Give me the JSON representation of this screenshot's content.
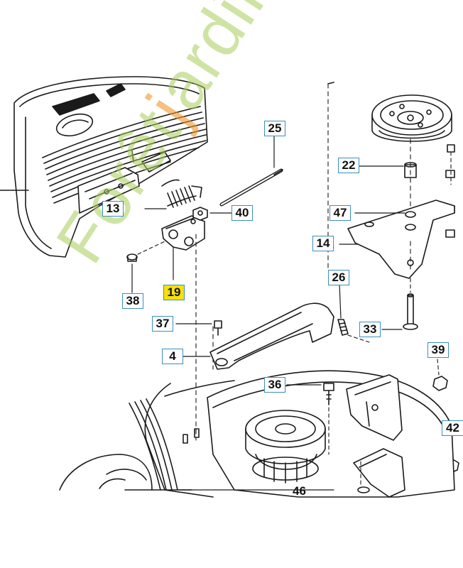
{
  "callouts": {
    "c25": "25",
    "c22": "22",
    "c47": "47",
    "c14": "14",
    "c13": "13",
    "c40": "40",
    "c19": "19",
    "c38": "38",
    "c26": "26",
    "c33": "33",
    "c37": "37",
    "c4": "4",
    "c39": "39",
    "c36": "36",
    "c42": "42",
    "c46": "46"
  },
  "watermark": {
    "part1": "Forêt",
    "accent": "j",
    "part2": "ardin.com"
  },
  "colors": {
    "callout_border": "#3b8fc0",
    "highlight": "#f7e10a",
    "watermark_green": "#a8cd5a",
    "watermark_orange": "#f29628"
  }
}
